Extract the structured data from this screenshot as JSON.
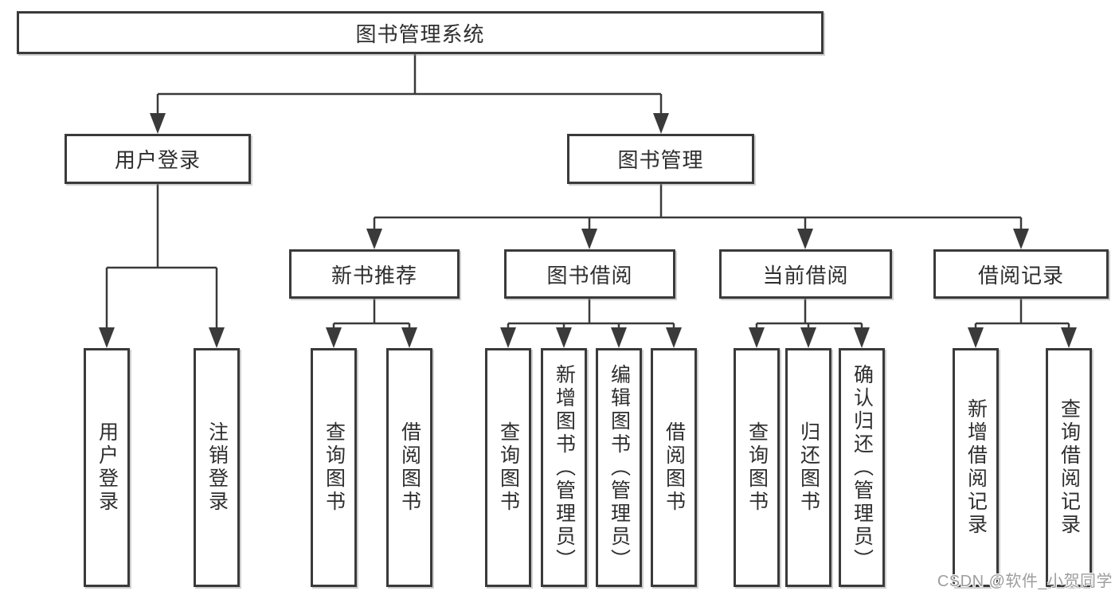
{
  "colors": {
    "line": "#3a3a3a",
    "text": "#2e2e2e",
    "box_background": "#ffffff",
    "watermark": "#9d9d9d"
  },
  "tree": {
    "root": "图书管理系统",
    "children": [
      {
        "label": "用户登录",
        "children": [
          "用户登录",
          "注销登录"
        ]
      },
      {
        "label": "图书管理",
        "children": [
          {
            "label": "新书推荐",
            "children": [
              "查询图书",
              "借阅图书"
            ]
          },
          {
            "label": "图书借阅",
            "children": [
              "查询图书",
              "新增图书（管理员）",
              "编辑图书（管理员）",
              "借阅图书"
            ]
          },
          {
            "label": "当前借阅",
            "children": [
              "查询图书",
              "归还图书",
              "确认归还（管理员）"
            ]
          },
          {
            "label": "借阅记录",
            "children": [
              "新增借阅记录",
              "查询借阅记录"
            ]
          }
        ]
      }
    ]
  },
  "watermark": "CSDN @软件_小贺同学"
}
